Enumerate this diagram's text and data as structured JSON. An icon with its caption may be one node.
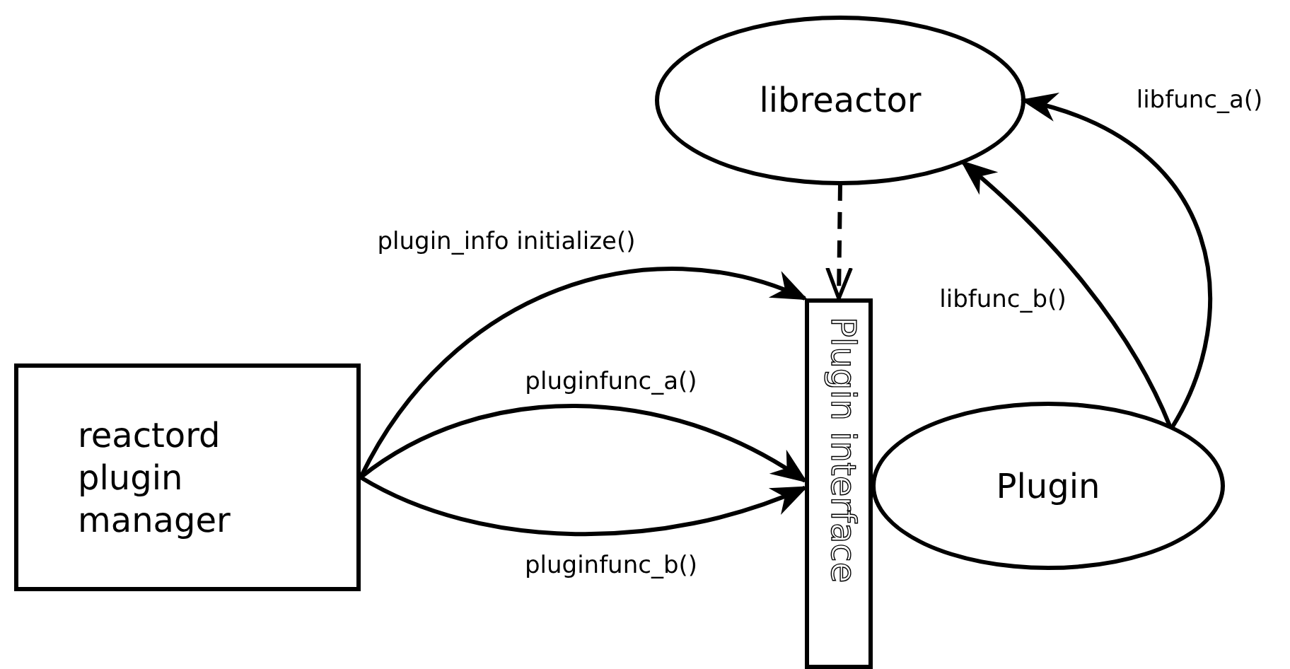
{
  "diagram": {
    "nodes": [
      {
        "text": [
          "libreactor"
        ]
      },
      {
        "text": [
          "reactord plugin manager"
        ]
      },
      {
        "text": [
          "Plugin interface"
        ]
      },
      {
        "text": [
          "Plugin"
        ]
      }
    ],
    "edges": [
      {
        "from": 1,
        "to": 2,
        "arrow": "to",
        "label": "plugin_info initialize()"
      },
      {
        "from": 1,
        "to": 2,
        "arrow": "to",
        "label": "pluginfunc_a()"
      },
      {
        "from": 1,
        "to": 2,
        "arrow": "to",
        "label": "pluginfunc_b()"
      },
      {
        "from": 0,
        "to": 2,
        "arrow": "to",
        "style": "dashed"
      },
      {
        "from": 3,
        "to": 0,
        "arrow": "to",
        "label": "libfunc_b()"
      },
      {
        "from": 3,
        "to": 0,
        "arrow": "to",
        "label": "libfunc_a()"
      }
    ]
  }
}
